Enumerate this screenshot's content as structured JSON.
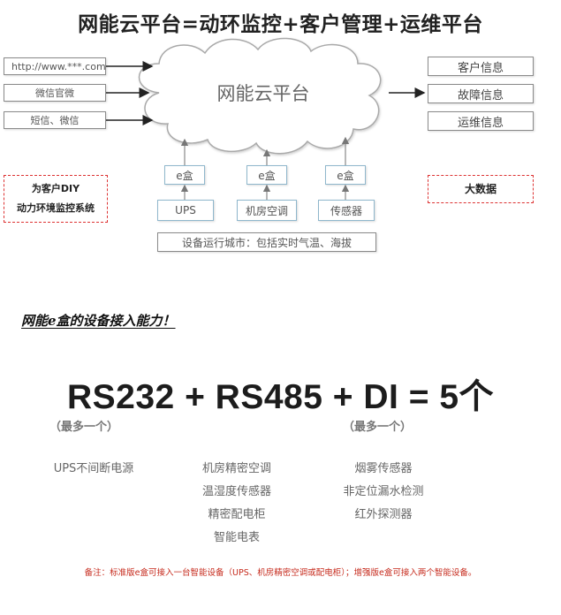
{
  "title": "网能云平台=动环监控+客户管理+运维平台",
  "cloud_label": "网能云平台",
  "left_inputs": [
    "http://www.***.com",
    "微信官微",
    "短信、微信"
  ],
  "right_outputs": [
    "客户信息",
    "故障信息",
    "运维信息"
  ],
  "ebox_label": "e盒",
  "sources": [
    "UPS",
    "机房空调",
    "传感器"
  ],
  "city_bar": "设备运行城市：包括实时气温、海拔",
  "left_dashed": [
    "为客户DIY",
    "动力环境监控系统"
  ],
  "right_dashed": "大数据",
  "subtitle": "网能e盒的设备接入能力！",
  "formula": "RS232 + RS485 + DI = 5个",
  "max_one_note": "（最多一个）",
  "devices": {
    "col1": [
      "UPS不间断电源"
    ],
    "col2": [
      "机房精密空调",
      "温湿度传感器",
      "精密配电柜",
      "智能电表"
    ],
    "col3": [
      "烟雾传感器",
      "非定位漏水检测",
      "红外探测器"
    ]
  },
  "remark": "备注：标准版e盒可接入一台智能设备（UPS、机房精密空调或配电柜）；增强版e盒可接入两个智能设备。",
  "colors": {
    "accent_red": "#d33333",
    "ebox_border": "#8fb7cc"
  }
}
